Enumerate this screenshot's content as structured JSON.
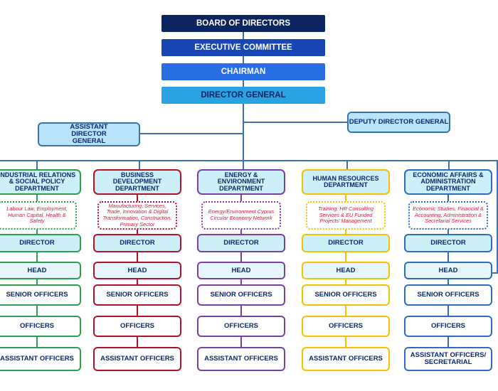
{
  "header": {
    "board": "BOARD OF DIRECTORS",
    "executive": "EXECUTIVE COMMITTEE",
    "chairman": "CHAIRMAN",
    "director_general": "DIRECTOR GENERAL",
    "deputy": "DEPUTY DIRECTOR GENERAL",
    "assistant": "ASSISTANT DIRECTOR GENERAL"
  },
  "departments": [
    {
      "name": "INDUSTRIAL RELATIONS & SOCIAL POLICY DEPARTMENT",
      "desc": "Labour Law, Employment, Human Capital, Health & Safety",
      "color": "#2e9e4f",
      "fill": "#cdf0f8",
      "roles": [
        "DIRECTOR",
        "HEAD",
        "SENIOR OFFICERS",
        "OFFICERS",
        "ASSISTANT OFFICERS"
      ]
    },
    {
      "name": "BUSINESS DEVELOPMENT DEPARTMENT",
      "desc": "Manufacturing, Services, Trade, Innovation & Digital Transformation, Construction, Primary Sector",
      "color": "#b3122a",
      "fill": "#cdf0f8",
      "roles": [
        "DIRECTOR",
        "HEAD",
        "SENIOR OFFICERS",
        "OFFICERS",
        "ASSISTANT OFFICERS"
      ]
    },
    {
      "name": "ENERGY & ENVIRONMENT DEPARTMENT",
      "desc": "Energy/Environment Cyprus Circular Economy Network",
      "color": "#7b3fa5",
      "fill": "#cdf0f8",
      "roles": [
        "DIRECTOR",
        "HEAD",
        "SENIOR OFFICERS",
        "OFFICERS",
        "ASSISTANT OFFICERS"
      ]
    },
    {
      "name": "HUMAN RESOURCES DEPARTMENT",
      "desc": "Training, HR Consulting Services & EU Funded Projects’ Management",
      "color": "#f2c200",
      "fill": "#cdf0f8",
      "roles": [
        "DIRECTOR",
        "HEAD",
        "SENIOR OFFICERS",
        "OFFICERS",
        "ASSISTANT OFFICERS"
      ]
    },
    {
      "name": "ECONOMIC AFFAIRS & ADMINISTRATION DEPARTMENT",
      "desc": "Economic Studies, Financial & Accounting, Administration & Secretarial Services",
      "color": "#2e6cc0",
      "fill": "#cdf0f8",
      "roles": [
        "DIRECTOR",
        "HEAD",
        "SENIOR OFFICERS",
        "OFFICERS",
        "ASSISTANT OFFICERS/ SECRETARIAL"
      ]
    }
  ]
}
